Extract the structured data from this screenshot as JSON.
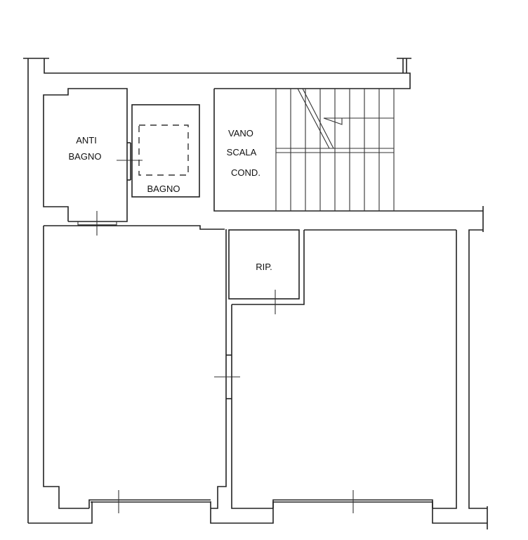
{
  "rooms": {
    "anti_bagno_line1": "ANTI",
    "anti_bagno_line2": "BAGNO",
    "bagno": "BAGNO",
    "vano_line1": "VANO",
    "vano_line2": "SCALA",
    "vano_line3": "COND.",
    "ripostiglio": "RIP."
  },
  "colors": {
    "line": "#222222",
    "background": "#ffffff"
  }
}
